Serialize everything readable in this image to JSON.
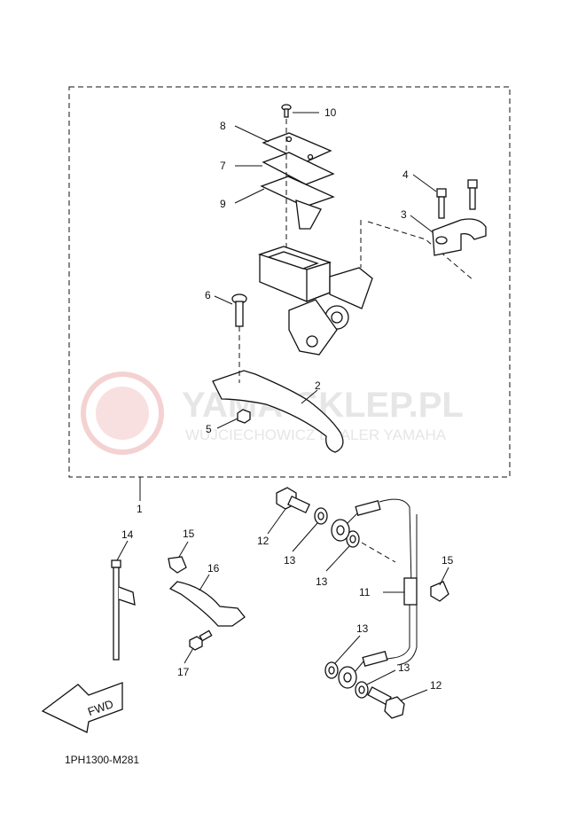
{
  "diagram": {
    "frame_callout": "1",
    "callouts": [
      {
        "id": "c10",
        "label": "10"
      },
      {
        "id": "c8",
        "label": "8"
      },
      {
        "id": "c7",
        "label": "7"
      },
      {
        "id": "c9",
        "label": "9"
      },
      {
        "id": "c4",
        "label": "4"
      },
      {
        "id": "c3",
        "label": "3"
      },
      {
        "id": "c6",
        "label": "6"
      },
      {
        "id": "c2",
        "label": "2"
      },
      {
        "id": "c5",
        "label": "5"
      },
      {
        "id": "c14",
        "label": "14"
      },
      {
        "id": "c15a",
        "label": "15"
      },
      {
        "id": "c16",
        "label": "16"
      },
      {
        "id": "c17",
        "label": "17"
      },
      {
        "id": "c12a",
        "label": "12"
      },
      {
        "id": "c13a",
        "label": "13"
      },
      {
        "id": "c13b",
        "label": "13"
      },
      {
        "id": "c11",
        "label": "11"
      },
      {
        "id": "c15b",
        "label": "15"
      },
      {
        "id": "c13c",
        "label": "13"
      },
      {
        "id": "c13d",
        "label": "13"
      },
      {
        "id": "c12b",
        "label": "12"
      }
    ],
    "fwd_label": "FWD",
    "diagram_code": "1PH1300-M281"
  },
  "watermark": {
    "title": "YAMA-SKLEP.PL",
    "subtitle": "WUJCIECHOWICZ DEALER YAMAHA"
  }
}
